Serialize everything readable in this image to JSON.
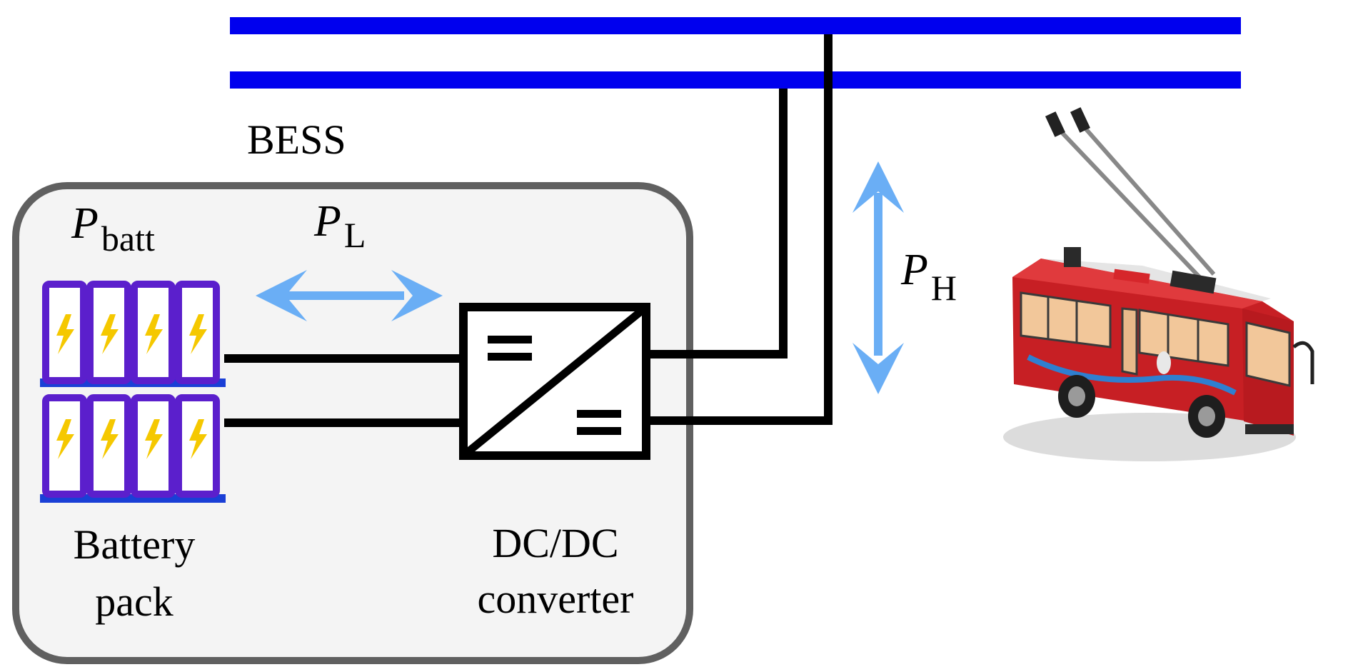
{
  "labels": {
    "bess": "BESS",
    "p_batt_main": "P",
    "p_batt_sub": "batt",
    "p_l_main": "P",
    "p_l_sub": "L",
    "p_h_main": "P",
    "p_h_sub": "H",
    "battery_line1": "Battery",
    "battery_line2": "pack",
    "converter_line1": "DC/DC",
    "converter_line2": "converter"
  },
  "colors": {
    "catenary": "#0000ee",
    "wire": "#000000",
    "arrow": "#6aaef5",
    "bess_box_fill": "#f4f4f4",
    "bess_box_stroke": "#606060",
    "cell_frame": "#5b1fcc",
    "cell_base": "#1a3fd6",
    "lightning": "#f5c800",
    "bus_body": "#d6262b",
    "bus_window": "#f2c79a"
  },
  "icons": {
    "cell": "lightning-bolt-icon",
    "vehicle": "trolleybus-icon"
  }
}
